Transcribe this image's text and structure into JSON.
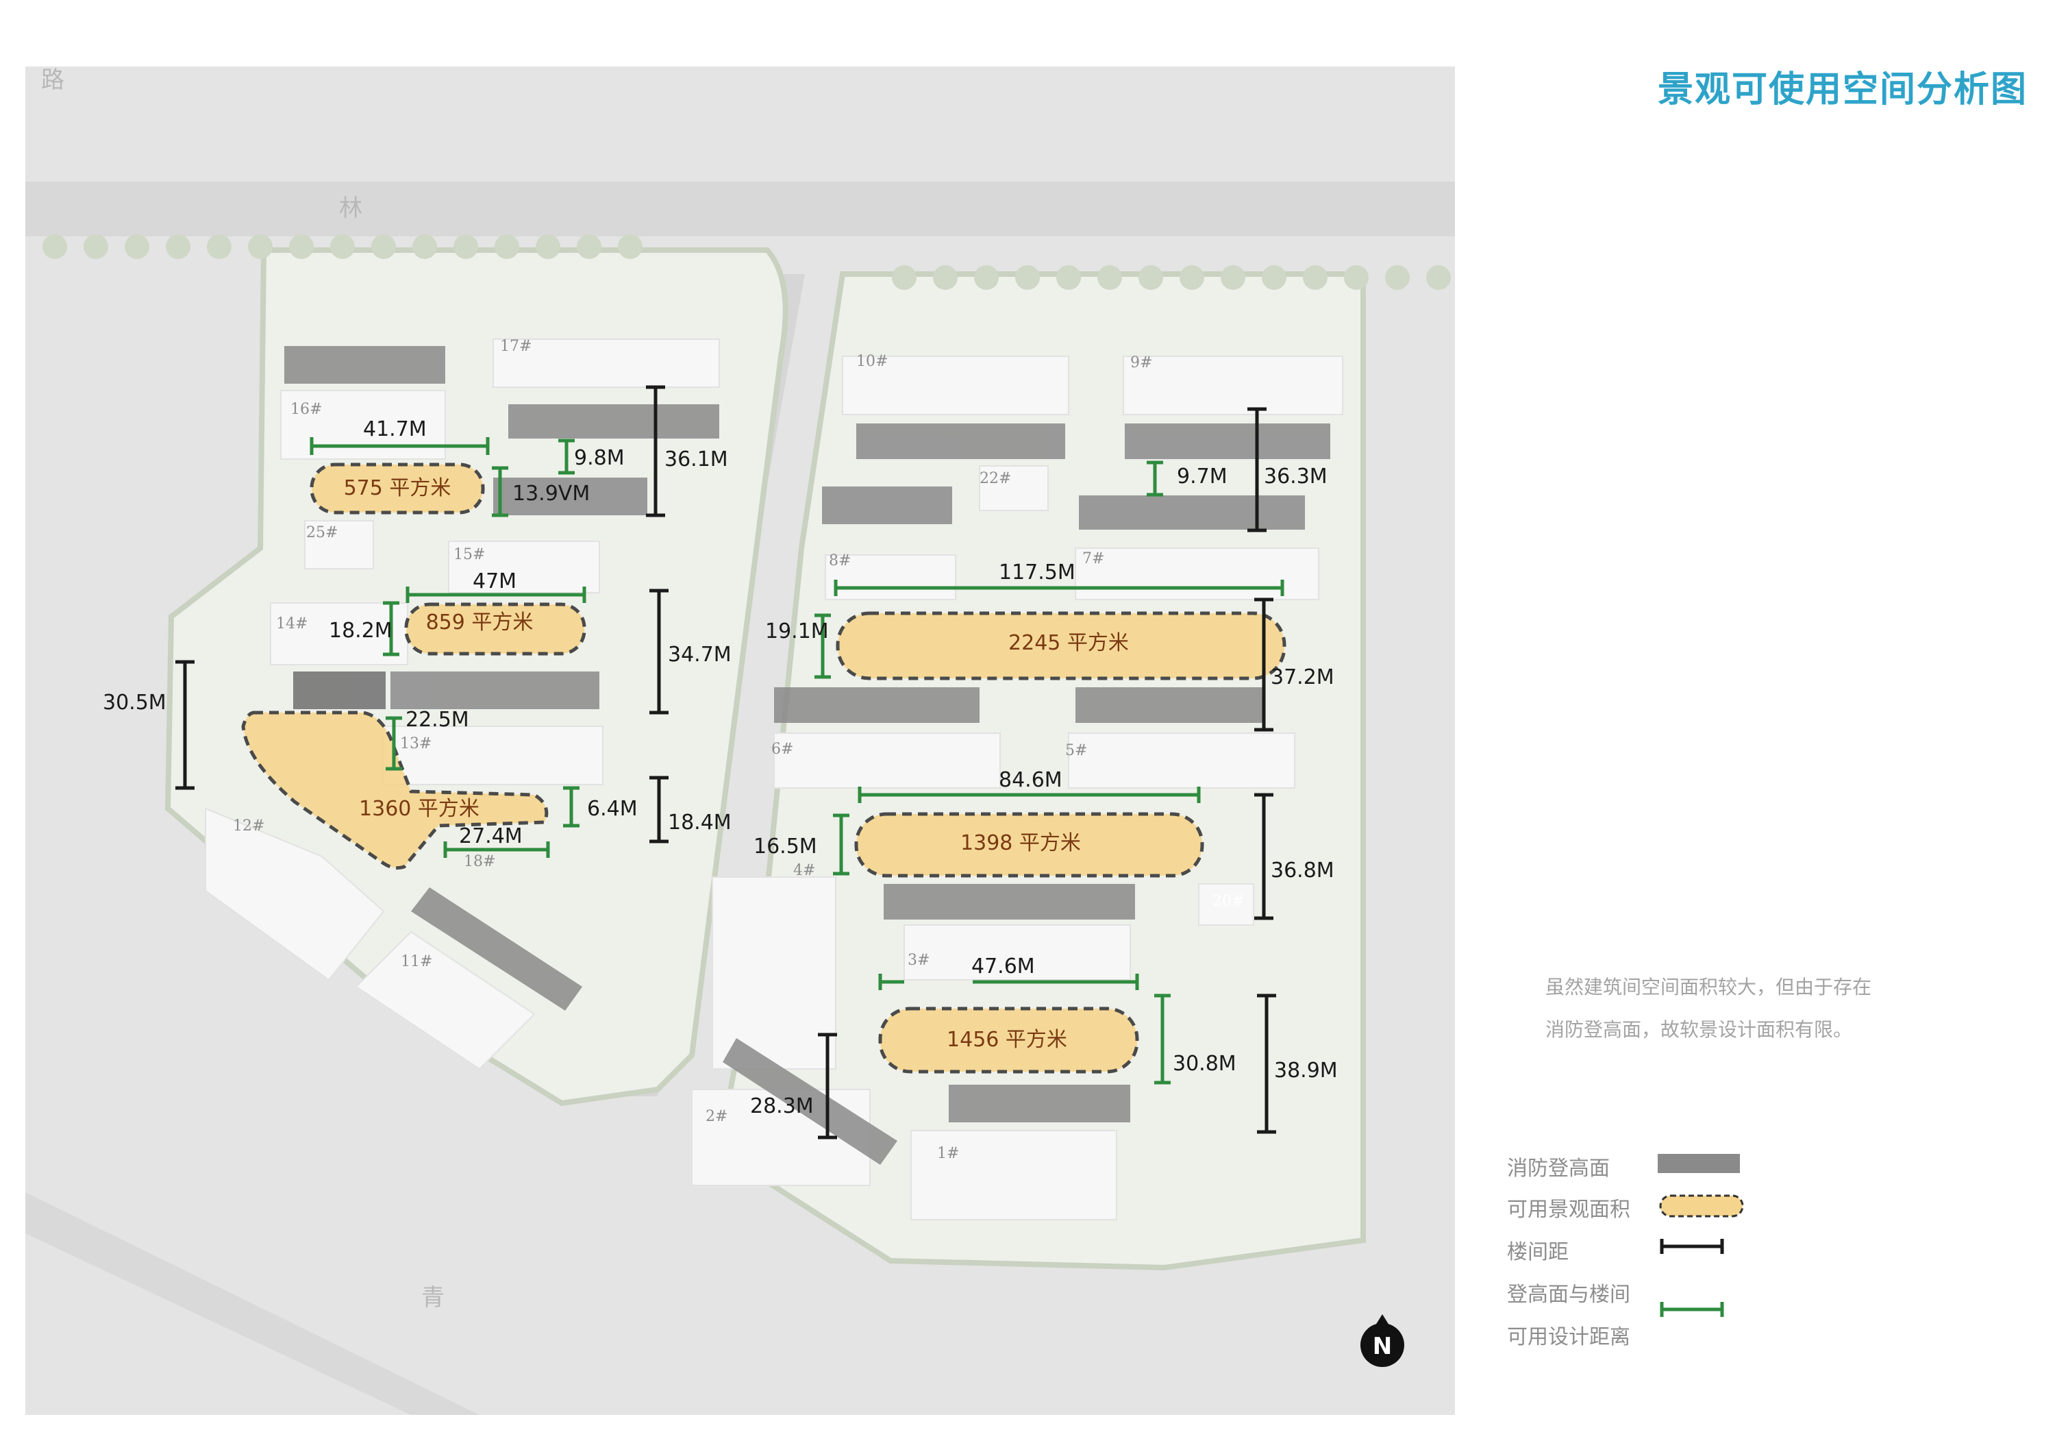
{
  "title": "景观可使用空间分析图",
  "colors": {
    "title": "#2ea3c9",
    "fire_pad": "#8a8a8a",
    "landscape_fill": "#f5d58e",
    "landscape_stroke": "#4a4a4a",
    "area_text": "#7a3a12",
    "spacing_line": "#1a1a1a",
    "usable_line": "#2e8b3e",
    "map_bg": "#e4e4e4",
    "building": "#f7f7f7",
    "greenery": "#cfd7c6"
  },
  "road_labels": [
    "路",
    "林",
    "青"
  ],
  "buildings": [
    "17#",
    "16#",
    "25#",
    "15#",
    "14#",
    "13#",
    "12#",
    "11#",
    "18#",
    "10#",
    "9#",
    "22#",
    "8#",
    "7#",
    "6#",
    "5#",
    "4#",
    "3#",
    "2#",
    "1#",
    "20#"
  ],
  "areas": [
    "575 平方米",
    "859 平方米",
    "1360 平方米",
    "2245 平方米",
    "1398 平方米",
    "1456 平方米"
  ],
  "spacing_dims": [
    "36.1M",
    "34.7M",
    "30.5M",
    "18.4M",
    "36.3M",
    "37.2M",
    "36.8M",
    "38.9M",
    "28.3M"
  ],
  "usable_dims": [
    "41.7M",
    "9.8M",
    "13.9VM",
    "47M",
    "18.2M",
    "22.5M",
    "6.4M",
    "27.4M",
    "9.7M",
    "117.5M",
    "19.1M",
    "84.6M",
    "16.5M",
    "47.6M",
    "30.8M"
  ],
  "north_label": "N",
  "note": {
    "line1": "虽然建筑间空间面积较大，但由于存在",
    "line2": "消防登高面，故软景设计面积有限。"
  },
  "legend": {
    "fire_pad": "消防登高面",
    "landscape": "可用景观面积",
    "spacing": "楼间距",
    "usable_line1": "登高面与楼间",
    "usable_line2": "可用设计距离"
  }
}
